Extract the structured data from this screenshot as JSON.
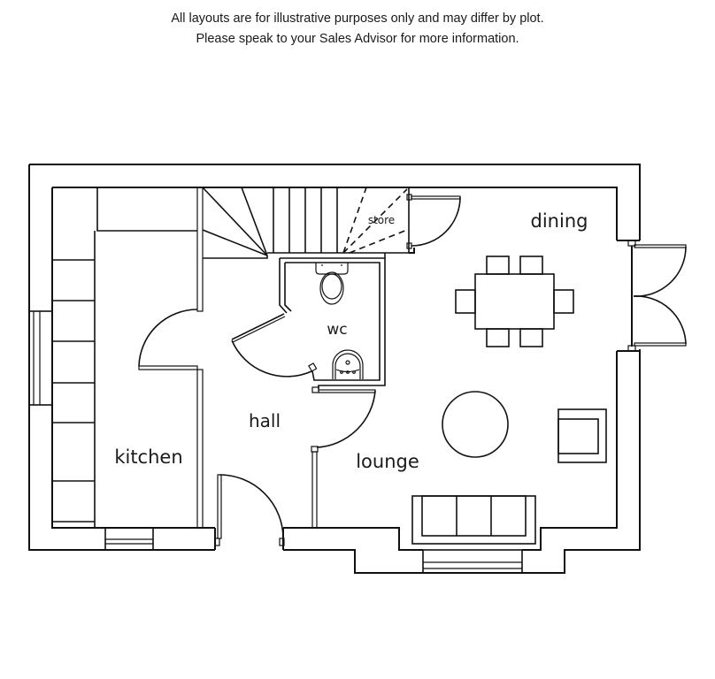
{
  "disclaimer": {
    "line1": "All layouts are for illustrative purposes only and may differ by plot.",
    "line2": "Please speak to your Sales Advisor for more information."
  },
  "floor_plan": {
    "rooms": {
      "kitchen": "kitchen",
      "hall": "hall",
      "wc": "wc",
      "store": "store",
      "dining": "dining",
      "lounge": "lounge"
    },
    "colors": {
      "line": "#111111",
      "background": "#ffffff",
      "text": "#1a1a1a"
    }
  }
}
